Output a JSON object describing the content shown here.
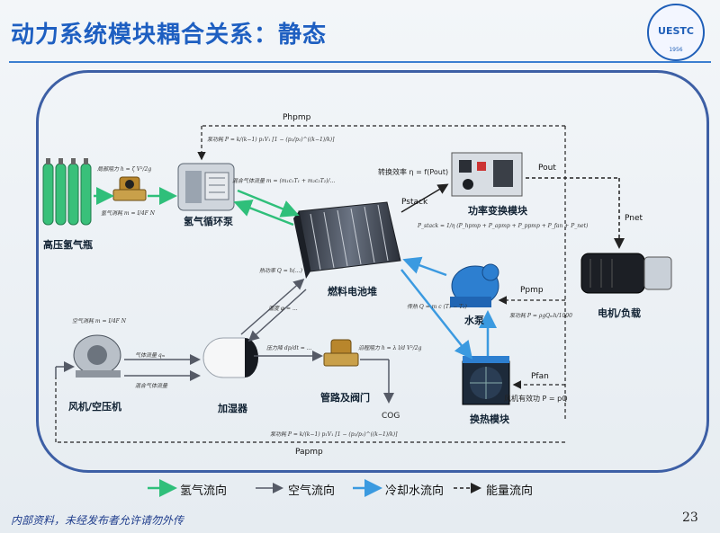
{
  "title": "动力系统模块耦合关系：静态",
  "logo": {
    "text": "UESTC",
    "year": "1956"
  },
  "components": {
    "hydrogen_tanks": "高压氢气瓶",
    "h2_pump": "氢气循环泵",
    "fuel_cell": "燃料电池堆",
    "dcdc": "功率变换模块",
    "water_pump": "水泵",
    "motor": "电机/负载",
    "blower": "风机/空压机",
    "humidifier": "加湿器",
    "valve": "管路及阀门",
    "heat_exchanger": "换热模块",
    "cog": "COG"
  },
  "signals": {
    "phpmp": "Phpmp",
    "pout": "Pout",
    "pnet": "Pnet",
    "pstack": "Pstack",
    "ppmp": "Ppmp",
    "pfan": "Pfan",
    "papmp": "Papmp"
  },
  "annotations": {
    "stack_power": "转换效率 η = f(Pout)",
    "fan_power": "风机有效功 P = pQ"
  },
  "formulas": {
    "h2_resist": "局部阻力 h = ζ V²/2g",
    "h2_flow": "氢气消耗 m = I/4F N",
    "h2_pump_power": "泵功耗 P = k/(k−1) p₁V₁ [1 − (p₂/p₁)^((k−1)/k)]",
    "h2_recirc": "混合气体流量 m = (m₁c₁T₁ + m₂c₂T₂)/...",
    "dcdc_power": "P_stack = 1/η (P_hpmp + P_apmp + P_ppmp + P_fan + P_net)",
    "air_flow": "空气消耗 m = I/4F N",
    "air_valve": "气体流量 qₘ",
    "humid_flow": "混合气体流量",
    "stack_heat": "热功率 Q = h(...)",
    "stack_hum": "湿度 φ = ...",
    "pressure_drop": "压力降 dp/dt = ...",
    "valve_resist": "沿程阻力 h = λ l/d V²/2g",
    "hx_heat": "传热 Q = m c (T₁ − T₂)",
    "air_pump_power": "泵功耗 P = k/(k−1) p₁V₁ [1 − (p₂/p₁)^((k−1)/k)]",
    "water_pump_power": "泵功耗 P = ρgQₘh/1000"
  },
  "legend": {
    "hydrogen": "氢气流向",
    "air": "空气流向",
    "coolant": "冷却水流向",
    "energy": "能量流向"
  },
  "colors": {
    "hydrogen": "#2fbf7a",
    "air": "#555a66",
    "coolant": "#3b9ae0",
    "energy": "#333333",
    "frame": "#3d5fa5",
    "title": "#1e5fc1"
  },
  "footer": "内部资料，未经发布者允许请勿外传",
  "page_number": "23"
}
